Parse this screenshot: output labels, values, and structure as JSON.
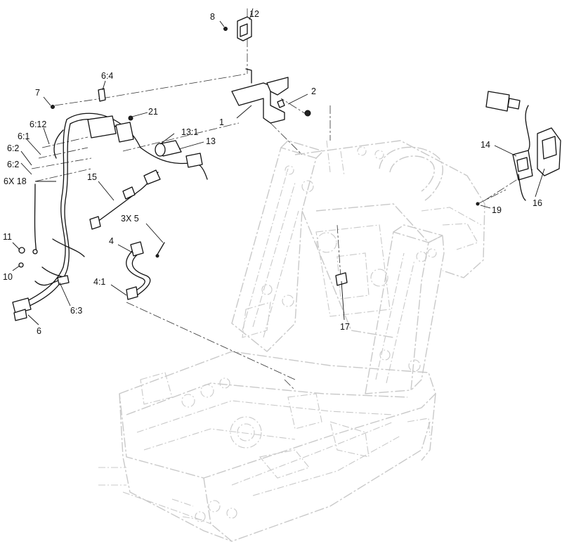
{
  "callouts": {
    "c1": "1",
    "c2": "2",
    "c4": "4",
    "c4_1": "4:1",
    "c3x5": "3X 5",
    "c6": "6",
    "c6_1": "6:1",
    "c6_2a": "6:2",
    "c6_2b": "6:2",
    "c6_3": "6:3",
    "c6_4": "6:4",
    "c6_12": "6:12",
    "c6x18": "6X 18",
    "c7": "7",
    "c8": "8",
    "c10": "10",
    "c11": "11",
    "c12": "12",
    "c13": "13",
    "c13_1": "13:1",
    "c14": "14",
    "c15": "15",
    "c16": "16",
    "c17": "17",
    "c19": "19",
    "c21": "21"
  },
  "icons": {
    "frame": "frame-outline-icon",
    "harness": "wire-harness-icon",
    "bracket": "mounting-bracket-icon",
    "cable": "cable-icon",
    "module": "control-module-icon",
    "cover": "cover-icon"
  }
}
